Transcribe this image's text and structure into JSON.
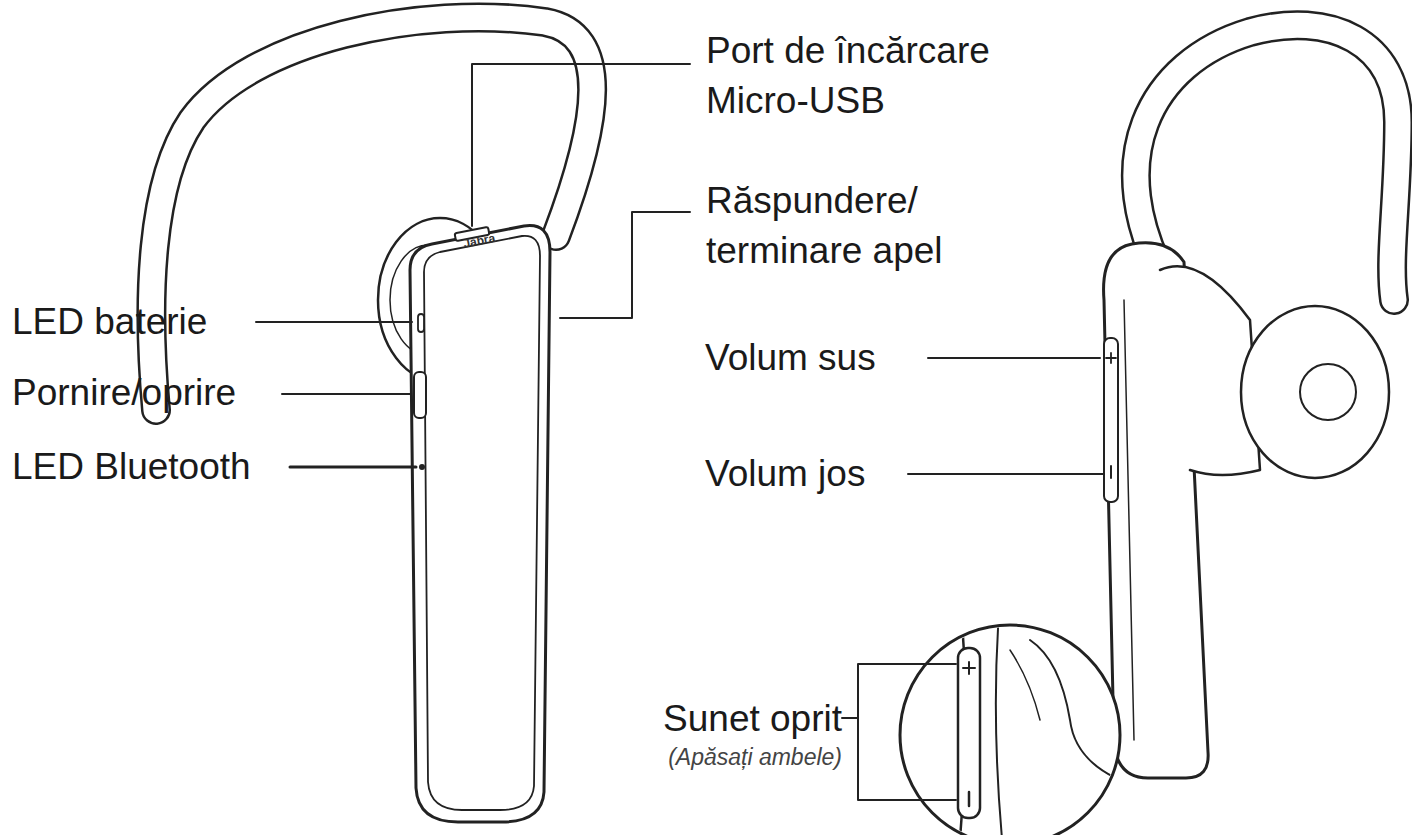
{
  "diagram": {
    "labels": [
      "Port de încărcare Micro-USB",
      "Răspundere/ terminare apel",
      "LED baterie",
      "Pornire/oprire",
      "LED Bluetooth",
      "Volum sus",
      "Volum jos",
      "Sunet oprit",
      "(Apăsați ambele)",
      "Jabra"
    ]
  }
}
